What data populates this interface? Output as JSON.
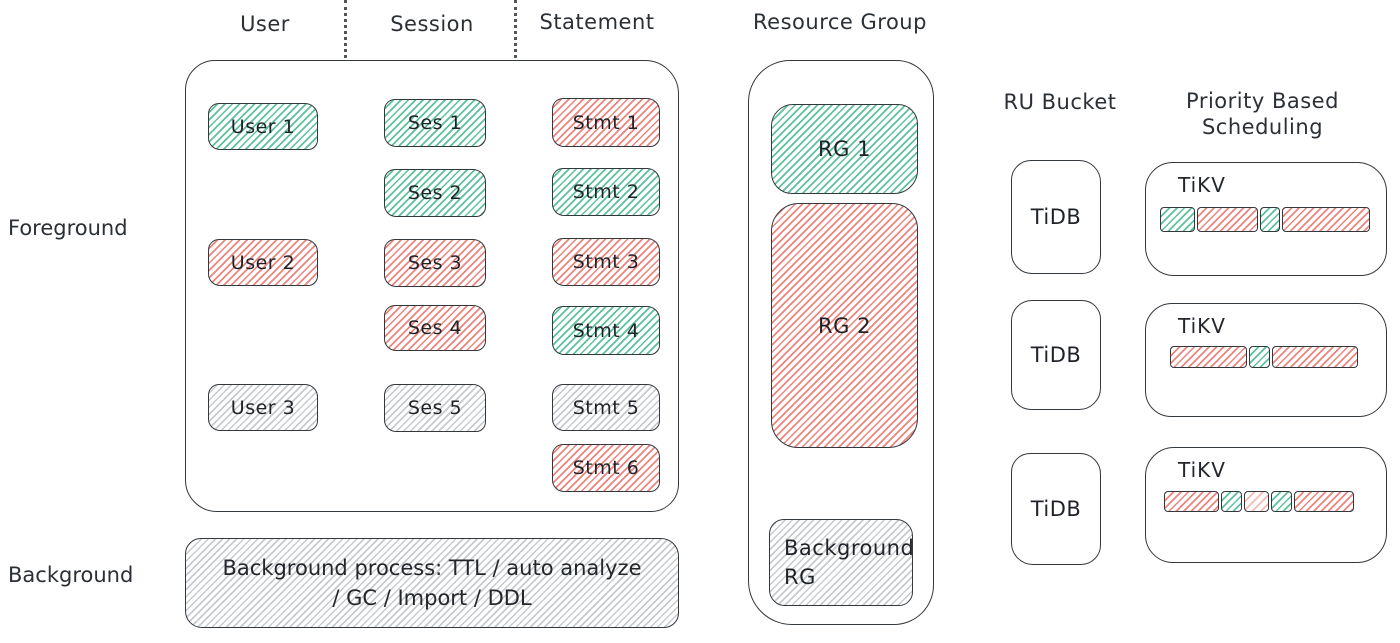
{
  "colors": {
    "green": "#3fb68c",
    "red": "#e9655b",
    "gray": "#9097a0",
    "red_light": "#f2a9a2",
    "stroke": "#33383d",
    "text": "#1f2329"
  },
  "left_diagram": {
    "columns": [
      {
        "label": "User"
      },
      {
        "label": "Session"
      },
      {
        "label": "Statement"
      }
    ],
    "row_labels": {
      "foreground": "Foreground",
      "background": "Background"
    },
    "users": [
      {
        "label": "User 1",
        "color": "green"
      },
      {
        "label": "User 2",
        "color": "red"
      },
      {
        "label": "User 3",
        "color": "gray"
      }
    ],
    "sessions": [
      {
        "label": "Ses 1",
        "color": "green"
      },
      {
        "label": "Ses 2",
        "color": "green"
      },
      {
        "label": "Ses 3",
        "color": "red"
      },
      {
        "label": "Ses 4",
        "color": "red"
      },
      {
        "label": "Ses 5",
        "color": "gray"
      }
    ],
    "statements": [
      {
        "label": "Stmt 1",
        "color": "red"
      },
      {
        "label": "Stmt 2",
        "color": "green"
      },
      {
        "label": "Stmt 3",
        "color": "red"
      },
      {
        "label": "Stmt 4",
        "color": "green"
      },
      {
        "label": "Stmt 5",
        "color": "gray"
      },
      {
        "label": "Stmt 6",
        "color": "red"
      }
    ],
    "background_process": {
      "line1": "Background process: TTL / auto analyze",
      "line2": "/ GC / Import / DDL"
    }
  },
  "resource_group": {
    "title": "Resource Group",
    "rg1": {
      "label": "RG 1",
      "color": "green"
    },
    "rg2": {
      "label": "RG 2",
      "color": "red"
    },
    "background_rg": {
      "line1": "Background",
      "line2": "RG",
      "color": "gray"
    }
  },
  "ru_bucket": {
    "title": "RU Bucket",
    "nodes": [
      {
        "label": "TiDB"
      },
      {
        "label": "TiDB"
      },
      {
        "label": "TiDB"
      }
    ]
  },
  "priority_scheduling": {
    "title_line1": "Priority Based",
    "title_line2": "Scheduling",
    "nodes": [
      {
        "label": "TiKV",
        "segments": [
          {
            "color": "green",
            "w": 17
          },
          {
            "color": "red",
            "w": 30
          },
          {
            "color": "green",
            "w": 9
          },
          {
            "color": "red",
            "w": 44
          }
        ]
      },
      {
        "label": "TiKV",
        "segments": [
          {
            "color": "red",
            "w": 42
          },
          {
            "color": "green",
            "w": 11
          },
          {
            "color": "red",
            "w": 47
          }
        ]
      },
      {
        "label": "TiKV",
        "segments": [
          {
            "color": "red",
            "w": 31
          },
          {
            "color": "green",
            "w": 11
          },
          {
            "color": "red_light",
            "w": 13
          },
          {
            "color": "green",
            "w": 11
          },
          {
            "color": "red",
            "w": 34
          }
        ]
      }
    ]
  }
}
